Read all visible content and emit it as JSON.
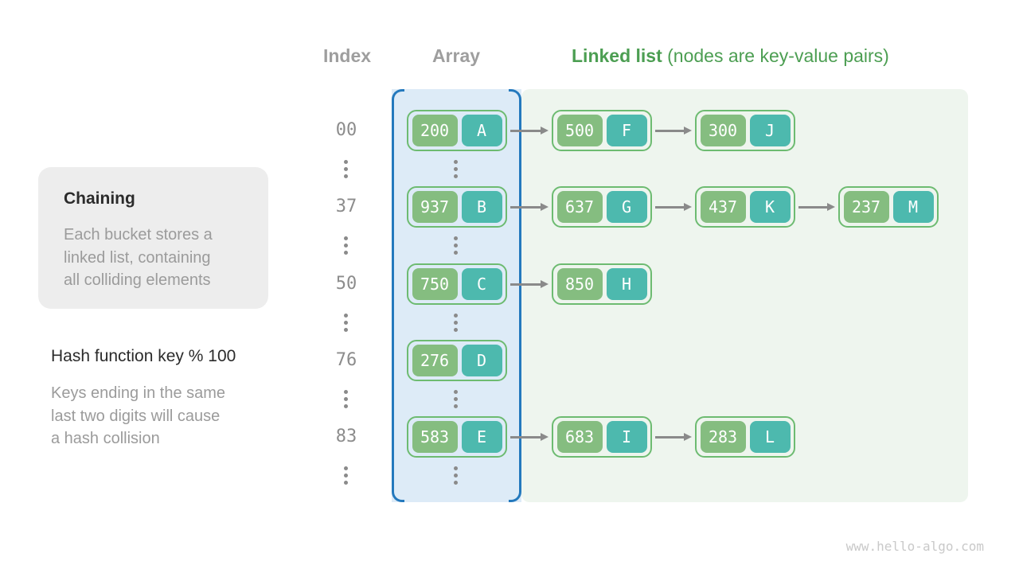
{
  "header": {
    "index_label": "Index",
    "array_label": "Array",
    "linked_list_bold": "Linked list",
    "linked_list_rest": " (nodes are key-value pairs)"
  },
  "info_card": {
    "title": "Chaining",
    "body_lines": [
      "Each bucket stores a",
      "linked list, containing",
      "all colliding elements"
    ]
  },
  "hash_note": {
    "title": "Hash function key % 100",
    "body_lines": [
      "Keys ending in the same",
      "last two digits will cause",
      "a hash collision"
    ]
  },
  "buckets": [
    {
      "index": "00",
      "chain": [
        {
          "key": "200",
          "value": "A"
        },
        {
          "key": "500",
          "value": "F"
        },
        {
          "key": "300",
          "value": "J"
        }
      ]
    },
    {
      "index": "37",
      "chain": [
        {
          "key": "937",
          "value": "B"
        },
        {
          "key": "637",
          "value": "G"
        },
        {
          "key": "437",
          "value": "K"
        },
        {
          "key": "237",
          "value": "M"
        }
      ]
    },
    {
      "index": "50",
      "chain": [
        {
          "key": "750",
          "value": "C"
        },
        {
          "key": "850",
          "value": "H"
        }
      ]
    },
    {
      "index": "76",
      "chain": [
        {
          "key": "276",
          "value": "D"
        }
      ]
    },
    {
      "index": "83",
      "chain": [
        {
          "key": "583",
          "value": "E"
        },
        {
          "key": "683",
          "value": "I"
        },
        {
          "key": "283",
          "value": "L"
        }
      ]
    }
  ],
  "watermark": "www.hello-algo.com",
  "colors": {
    "header_gray": "#9e9e9e",
    "header_green": "#4c9e52",
    "card_bg": "#ededed",
    "title_dark": "#2b2b2b",
    "body_gray": "#9b9b9b",
    "index_gray": "#8c8c8c",
    "panel_green_bg": "#eef5ee",
    "column_blue_bg": "#ddebf7",
    "bracket_blue": "#2479bd",
    "node_border": "#6dbb71",
    "key_green": "#85bd80",
    "value_teal": "#4db9ae",
    "node_text": "#ffffff",
    "arrow_gray": "#8a8a8a",
    "watermark_gray": "#c9c9c9"
  }
}
